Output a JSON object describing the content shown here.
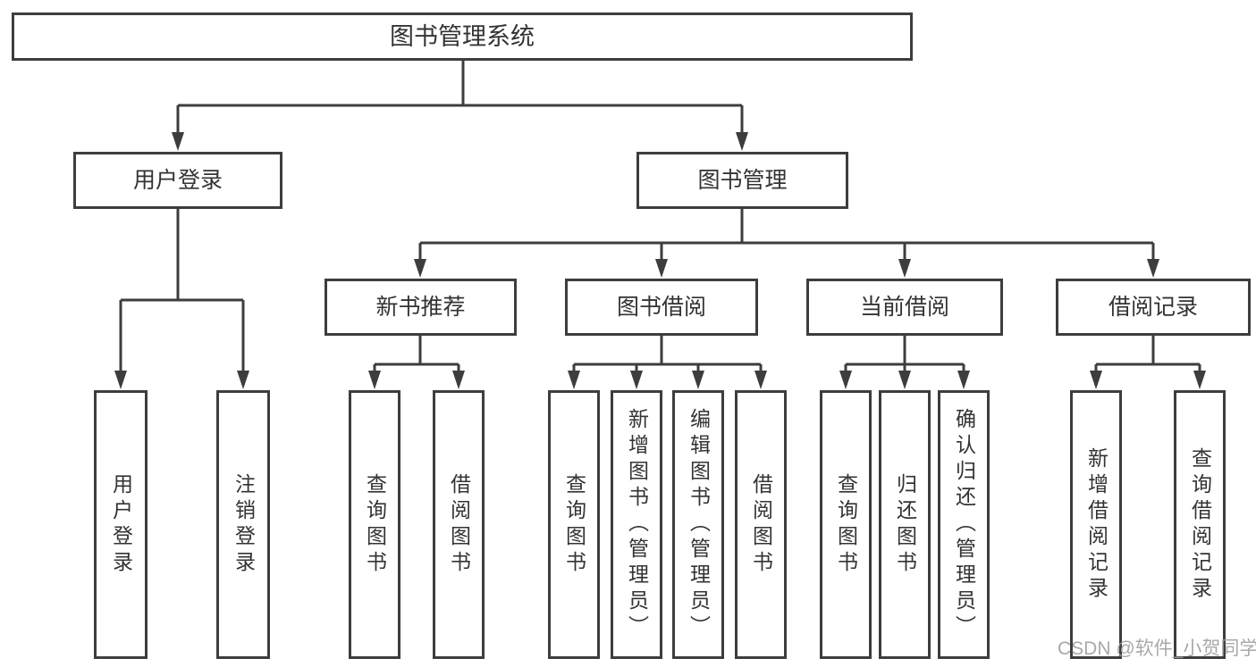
{
  "diagram": {
    "watermark": "CSDN @软件_小贺同学",
    "colors": {
      "line": "#3d3d3d",
      "box_border": "#3d3d3d",
      "box_fill": "#ffffff",
      "text": "#333333",
      "watermark": "#9e9e9e",
      "background": "#ffffff"
    },
    "tree": {
      "label": "图书管理系统",
      "children": [
        {
          "label": "用户登录",
          "children": [
            {
              "label": "用户登录"
            },
            {
              "label": "注销登录"
            }
          ]
        },
        {
          "label": "图书管理",
          "children": [
            {
              "label": "新书推荐",
              "children": [
                {
                  "label": "查询图书"
                },
                {
                  "label": "借阅图书"
                }
              ]
            },
            {
              "label": "图书借阅",
              "children": [
                {
                  "label": "查询图书"
                },
                {
                  "label": "新增图书（管理员）"
                },
                {
                  "label": "编辑图书（管理员）"
                },
                {
                  "label": "借阅图书"
                }
              ]
            },
            {
              "label": "当前借阅",
              "children": [
                {
                  "label": "查询图书"
                },
                {
                  "label": "归还图书"
                },
                {
                  "label": "确认归还（管理员）"
                }
              ]
            },
            {
              "label": "借阅记录",
              "children": [
                {
                  "label": "新增借阅记录"
                },
                {
                  "label": "查询借阅记录"
                }
              ]
            }
          ]
        }
      ]
    }
  }
}
